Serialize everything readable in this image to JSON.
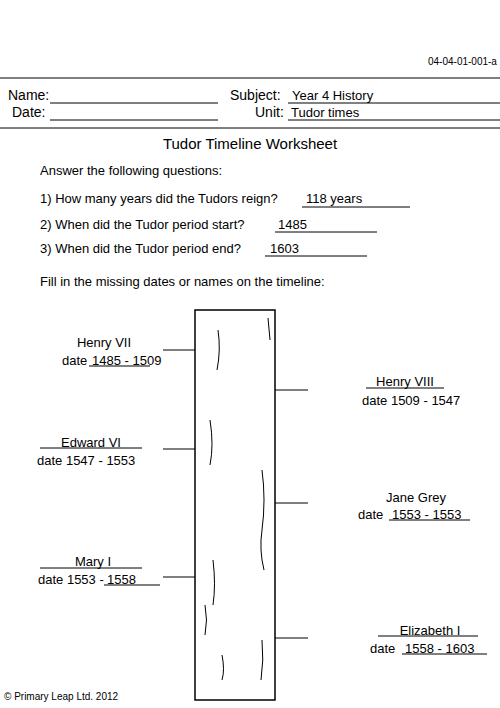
{
  "diagram": {
    "title": "Tudor Timeline Worksheet",
    "labels": [
      "04-04-01-001-a",
      "Name:",
      "Subject:",
      "Year 4 History",
      "Date:",
      "Unit:",
      "Tudor times",
      "Answer the following questions:",
      "1) How many years did the Tudors reign?",
      "118 years",
      "2) When did the Tudor period start?",
      "1485",
      "3) When did the Tudor period end?",
      "1603",
      "Fill in the missing dates or names on the timeline:",
      "Henry VII",
      "date",
      "1485 - 1509",
      "Henry VIII",
      "date 1509 - 1547",
      "Edward VI",
      "date 1547 - 1553",
      "Jane Grey",
      "date",
      "1553 - 1553",
      "Mary I",
      "date 1553 -",
      "1558",
      "Elizabeth I",
      "date",
      "1558 - 1603",
      "© Primary Leap Ltd. 2012"
    ]
  }
}
